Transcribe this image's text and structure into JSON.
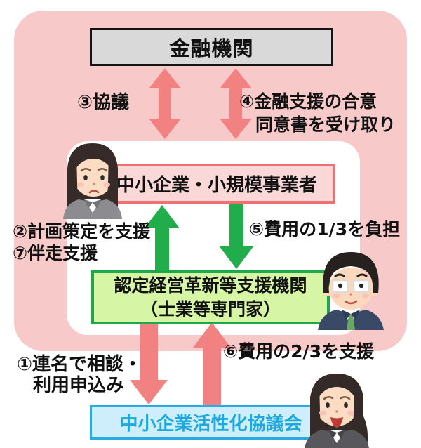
{
  "boxes": {
    "financial": {
      "label": "金融機関"
    },
    "sme": {
      "label": "中小企業・小規模事業者"
    },
    "support": {
      "line1": "認定経営革新等支援機関",
      "line2": "（士業等専門家）"
    },
    "council": {
      "label": "中小企業活性化協議会"
    }
  },
  "steps": {
    "s1_line1": "①連名で相談・",
    "s1_line2": "利用申込み",
    "s2": "②計画策定を支援",
    "s3": "③協議",
    "s4_line1": "④金融支援の合意",
    "s4_line2": "同意書を受け取り",
    "s5": "⑤費用の1/3を負担",
    "s6": "⑥費用の2/3を支援",
    "s7": "⑦伴走支援"
  },
  "illustrations": {
    "worried_businesswoman": "worried-businesswoman",
    "businessman_glasses": "smiling-businessman-with-glasses",
    "smiling_businesswoman": "smiling-businesswoman"
  },
  "colors": {
    "panel_pink": "#f8c9c9",
    "arrow_salmon": "#f28181",
    "arrow_green": "#22ad4c",
    "financial_fill": "#d9d9d9",
    "sme_fill": "#fbd8d8",
    "sme_border": "#f16f6f",
    "support_fill": "#d6f6a5",
    "support_border": "#1ea84c",
    "council_fill": "#ceeefb",
    "council_border": "#29abe2",
    "council_text": "#1fa8e0"
  }
}
